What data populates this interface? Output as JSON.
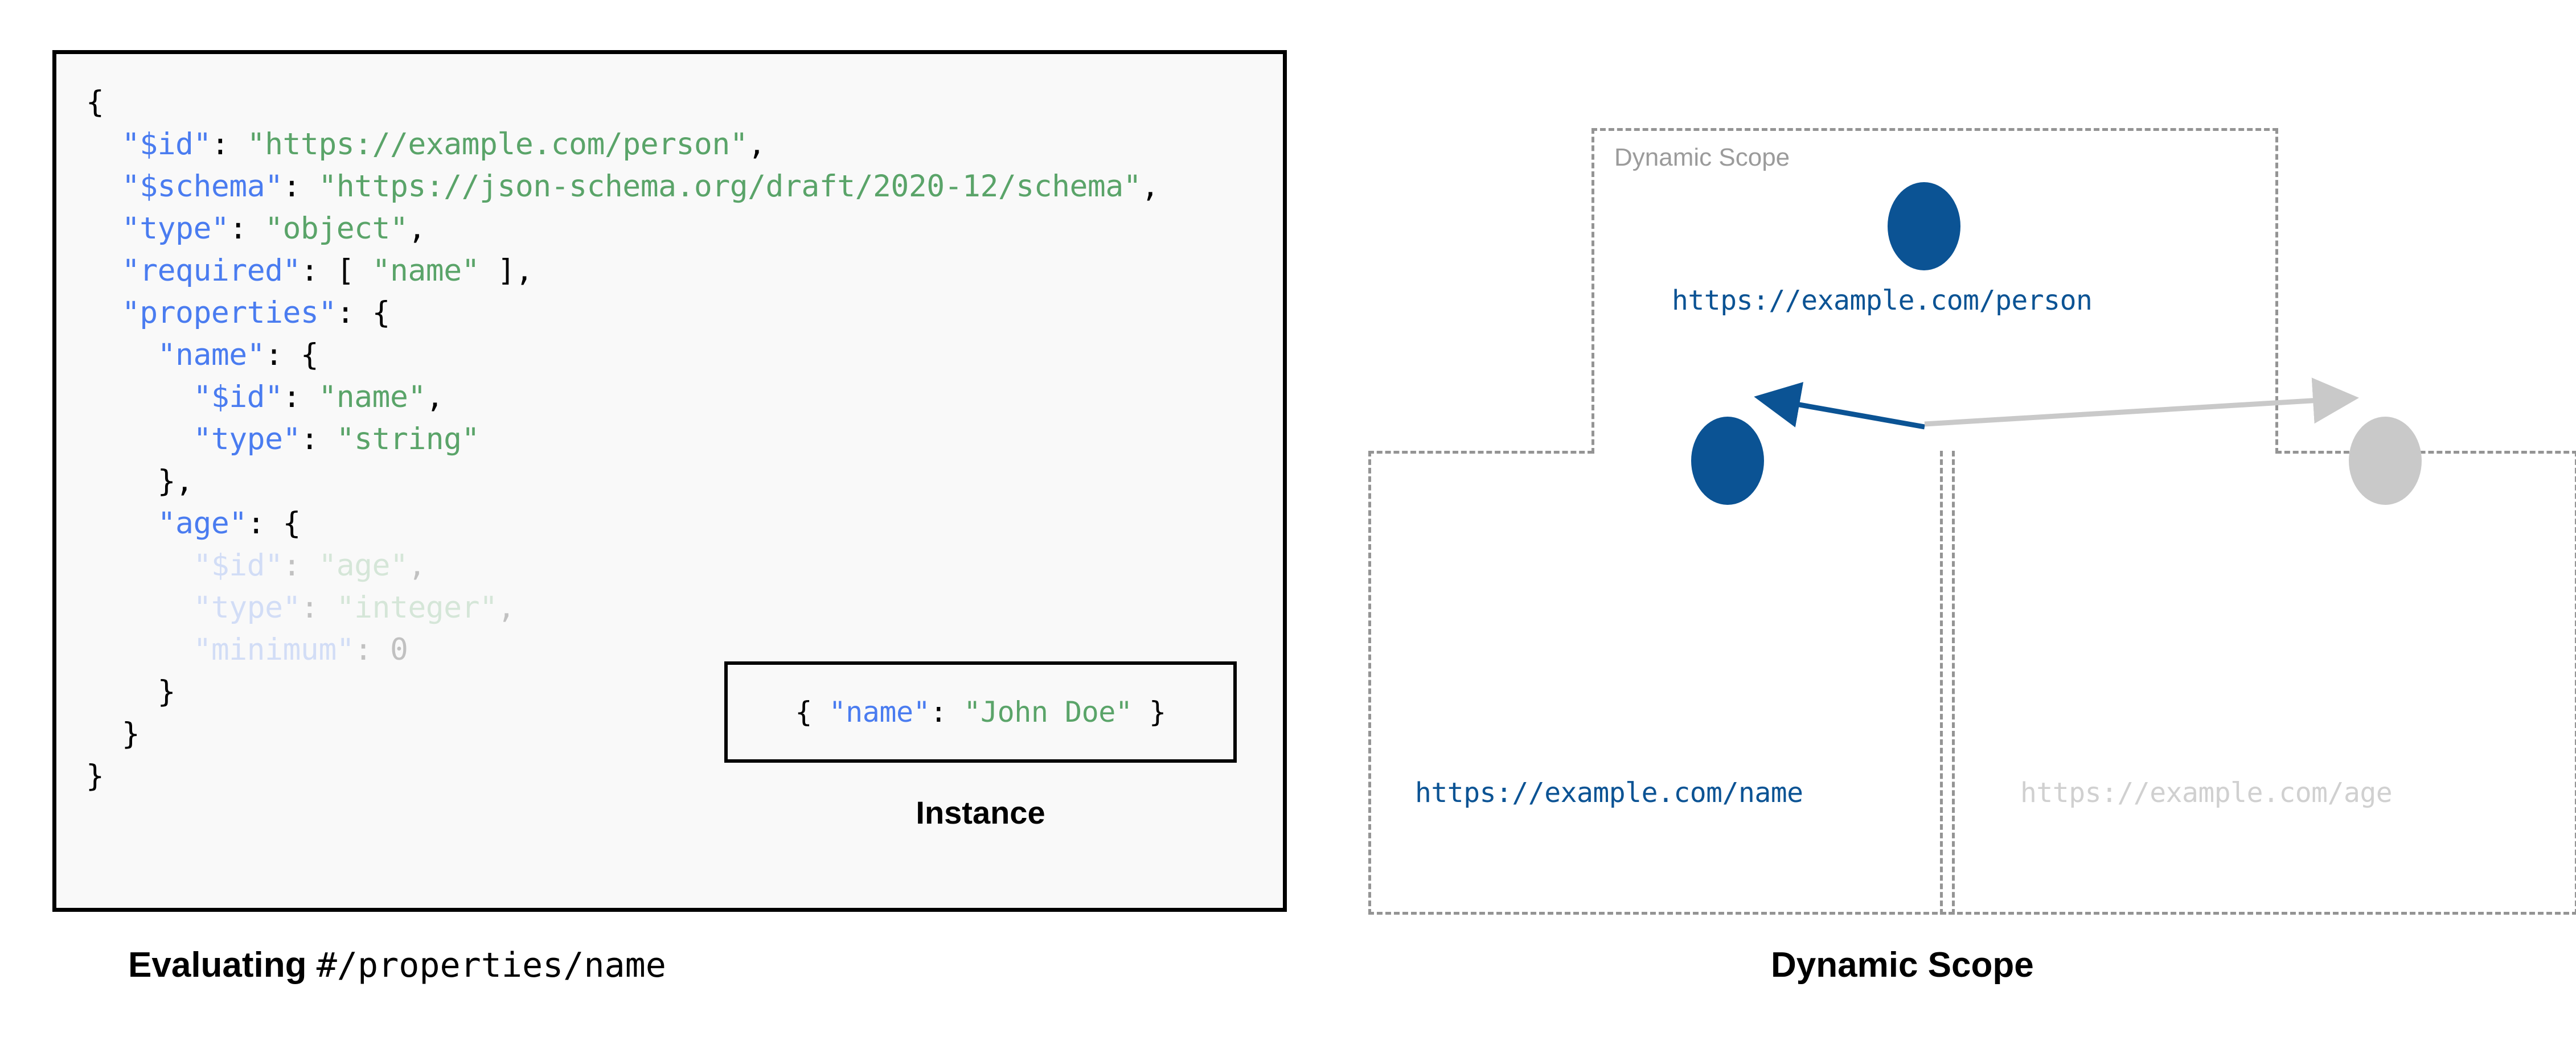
{
  "schema_panel": {
    "lines": [
      [
        {
          "t": "{",
          "c": "punct"
        }
      ],
      [
        {
          "t": "  ",
          "c": "punct"
        },
        {
          "t": "\"$id\"",
          "c": "key"
        },
        {
          "t": ": ",
          "c": "punct"
        },
        {
          "t": "\"https://example.com/person\"",
          "c": "str"
        },
        {
          "t": ",",
          "c": "punct"
        }
      ],
      [
        {
          "t": "  ",
          "c": "punct"
        },
        {
          "t": "\"$schema\"",
          "c": "key"
        },
        {
          "t": ": ",
          "c": "punct"
        },
        {
          "t": "\"https://json-schema.org/draft/2020-12/schema\"",
          "c": "str"
        },
        {
          "t": ",",
          "c": "punct"
        }
      ],
      [
        {
          "t": "  ",
          "c": "punct"
        },
        {
          "t": "\"type\"",
          "c": "key"
        },
        {
          "t": ": ",
          "c": "punct"
        },
        {
          "t": "\"object\"",
          "c": "str"
        },
        {
          "t": ",",
          "c": "punct"
        }
      ],
      [
        {
          "t": "  ",
          "c": "punct"
        },
        {
          "t": "\"required\"",
          "c": "key"
        },
        {
          "t": ": [ ",
          "c": "punct"
        },
        {
          "t": "\"name\"",
          "c": "str"
        },
        {
          "t": " ],",
          "c": "punct"
        }
      ],
      [
        {
          "t": "  ",
          "c": "punct"
        },
        {
          "t": "\"properties\"",
          "c": "key"
        },
        {
          "t": ": {",
          "c": "punct"
        }
      ],
      [
        {
          "t": "    ",
          "c": "punct"
        },
        {
          "t": "\"name\"",
          "c": "key"
        },
        {
          "t": ": {",
          "c": "punct"
        }
      ],
      [
        {
          "t": "      ",
          "c": "punct"
        },
        {
          "t": "\"$id\"",
          "c": "key"
        },
        {
          "t": ": ",
          "c": "punct"
        },
        {
          "t": "\"name\"",
          "c": "str"
        },
        {
          "t": ",",
          "c": "punct"
        }
      ],
      [
        {
          "t": "      ",
          "c": "punct"
        },
        {
          "t": "\"type\"",
          "c": "key"
        },
        {
          "t": ": ",
          "c": "punct"
        },
        {
          "t": "\"string\"",
          "c": "str"
        }
      ],
      [
        {
          "t": "    },",
          "c": "punct"
        }
      ],
      [
        {
          "t": "    ",
          "c": "punct"
        },
        {
          "t": "\"age\"",
          "c": "key"
        },
        {
          "t": ": {",
          "c": "punct"
        }
      ],
      [
        {
          "t": "      ",
          "c": "punct"
        },
        {
          "t": "\"$id\"",
          "c": "key",
          "dim": true
        },
        {
          "t": ": ",
          "c": "punct",
          "dim": true
        },
        {
          "t": "\"age\"",
          "c": "str",
          "dim": true
        },
        {
          "t": ",",
          "c": "punct",
          "dim": true
        }
      ],
      [
        {
          "t": "      ",
          "c": "punct"
        },
        {
          "t": "\"type\"",
          "c": "key",
          "dim": true
        },
        {
          "t": ": ",
          "c": "punct",
          "dim": true
        },
        {
          "t": "\"integer\"",
          "c": "str",
          "dim": true
        },
        {
          "t": ",",
          "c": "punct",
          "dim": true
        }
      ],
      [
        {
          "t": "      ",
          "c": "punct"
        },
        {
          "t": "\"minimum\"",
          "c": "key",
          "dim": true
        },
        {
          "t": ": ",
          "c": "punct",
          "dim": true
        },
        {
          "t": "0",
          "c": "punct",
          "dim": true
        }
      ],
      [
        {
          "t": "    }",
          "c": "punct"
        }
      ],
      [
        {
          "t": "  }",
          "c": "punct"
        }
      ],
      [
        {
          "t": "}",
          "c": "punct"
        }
      ]
    ]
  },
  "instance": {
    "label": "Instance",
    "code": [
      {
        "t": "{ ",
        "c": "punct"
      },
      {
        "t": "\"name\"",
        "c": "key"
      },
      {
        "t": ": ",
        "c": "punct"
      },
      {
        "t": "\"John Doe\"",
        "c": "str"
      },
      {
        "t": " }",
        "c": "punct"
      }
    ]
  },
  "captions": {
    "left_prefix": "Evaluating ",
    "left_pointer": "#/properties/name",
    "right": "Dynamic Scope"
  },
  "diagram": {
    "scope_title": "Dynamic Scope",
    "nodes": [
      {
        "id": "person",
        "label": "https://example.com/person",
        "color": "#0b5394",
        "active": true
      },
      {
        "id": "name",
        "label": "https://example.com/name",
        "color": "#0b5394",
        "active": true
      },
      {
        "id": "age",
        "label": "https://example.com/age",
        "color": "#c9c9c9",
        "active": false
      }
    ],
    "edges": [
      {
        "from": "person",
        "to": "name",
        "color": "#0b5394"
      },
      {
        "from": "person",
        "to": "age",
        "color": "#c9c9c9"
      }
    ]
  },
  "colors": {
    "accent_blue": "#0b5394",
    "key_blue": "#4a7cf0",
    "string_green": "#5aa469",
    "muted_grey": "#c9c9c9",
    "dash_grey": "#949494",
    "panel_bg": "#f9f9f9"
  }
}
